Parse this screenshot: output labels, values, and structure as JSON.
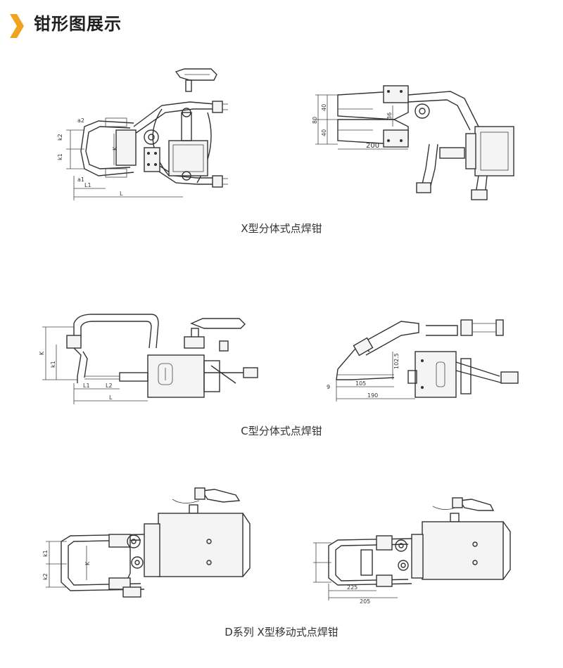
{
  "header": {
    "title": "钳形图展示",
    "accent_color": "#f0a321",
    "icon": "chevron-right-icon"
  },
  "sections": [
    {
      "caption": "X型分体式点焊钳",
      "left_labels": {
        "k2": "k2",
        "k1": "k1",
        "K": "K",
        "L1": "L1",
        "L": "L",
        "a2": "a2",
        "a1": "a1"
      },
      "right_labels": {
        "d80": "80",
        "d40a": "40",
        "d40b": "40",
        "d36": "36",
        "d200": "200"
      }
    },
    {
      "caption": "C型分体式点焊钳",
      "left_labels": {
        "K": "K",
        "k1": "k1",
        "L1": "L1",
        "L2": "L2",
        "L": "L"
      },
      "right_labels": {
        "d102": "102.5",
        "d9": "9",
        "d105": "105",
        "d190": "190"
      }
    },
    {
      "caption": "D系列 X型移动式点焊钳",
      "left_labels": {
        "k1": "k1",
        "k2": "k2",
        "K": "K"
      },
      "right_labels": {
        "d225": "225",
        "d205": "205"
      }
    }
  ]
}
